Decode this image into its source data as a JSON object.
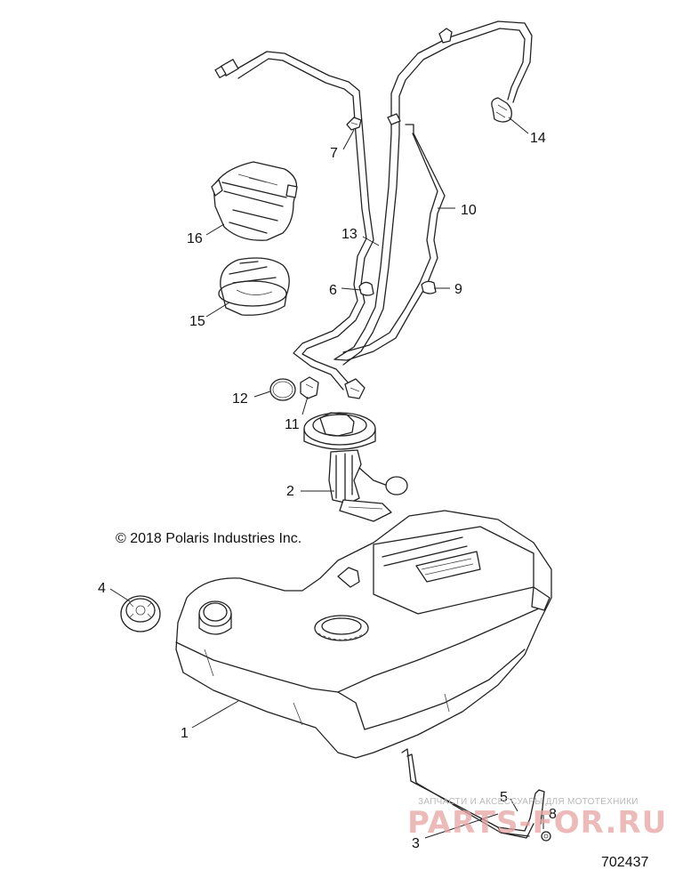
{
  "copyright": "© 2018 Polaris Industries Inc.",
  "document_number": "702437",
  "watermark": {
    "line1": "ЗАПЧАСТИ И АКСЕССУАРЫ ДЛЯ МОТОТЕХНИКИ",
    "line2": "PARTS-FOR.RU"
  },
  "callouts": {
    "c1": "1",
    "c2": "2",
    "c3": "3",
    "c4": "4",
    "c5": "5",
    "c6": "6",
    "c7": "7",
    "c8": "8",
    "c9": "9",
    "c10": "10",
    "c11": "11",
    "c12": "12",
    "c13": "13",
    "c14": "14",
    "c15": "15",
    "c16": "16"
  }
}
